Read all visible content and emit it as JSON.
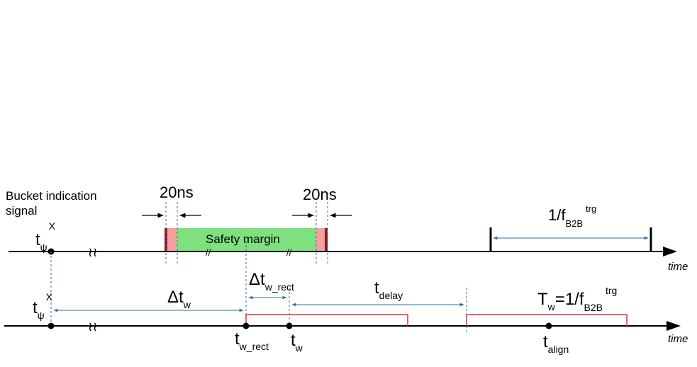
{
  "labels": {
    "bucket_line1": "Bucket indication",
    "bucket_line2": "signal",
    "ns_left": "20ns",
    "ns_right": "20ns",
    "safety_margin": "Safety margin",
    "period_top_main": "1/f",
    "period_top_sub": "B2B",
    "period_top_sup": "trg",
    "time_top": "time",
    "time_bottom": "time",
    "t_psi_top_main": "t",
    "t_psi_top_sub": "ψ",
    "t_psi_top_sup": "X",
    "t_psi_bot_main": "t",
    "t_psi_bot_sub": "ψ",
    "t_psi_bot_sup": "X",
    "delta_tw_main": "Δt",
    "delta_tw_sub": "w",
    "delta_twrect_main": "Δt",
    "delta_twrect_sub": "w_rect",
    "tdelay_main": "t",
    "tdelay_sub": "delay",
    "tw_period_main": "T",
    "tw_period_sub": "w",
    "tw_period_mid": "=1/f",
    "tw_period_sub2": "B2B",
    "tw_period_sup": "trg",
    "twrect_main": "t",
    "twrect_sub": "w_rect",
    "tw_main": "t",
    "tw_sub": "w",
    "talign_main": "t",
    "talign_sub": "align"
  },
  "colors": {
    "safety_margin_fill": "#7ee07e",
    "edge_fill": "#f4a0a0",
    "edge_dark": "#8b1a1a",
    "pulse_red": "#e03030",
    "dimension_blue": "#2e6fb0",
    "axis": "#000000"
  }
}
